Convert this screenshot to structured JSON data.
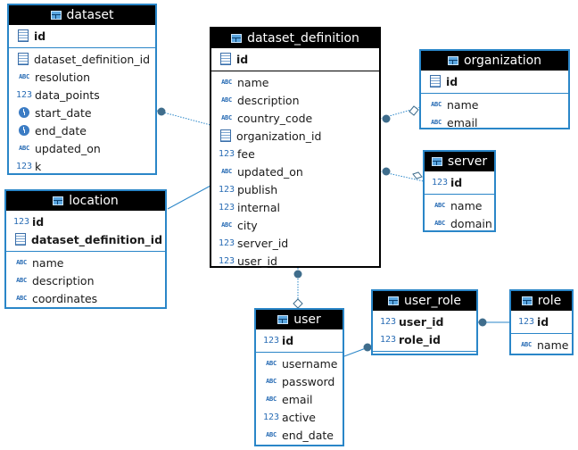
{
  "entities": {
    "dataset": {
      "title": "dataset",
      "keys": [
        {
          "icon": "key-doc-icon",
          "label": "id"
        }
      ],
      "columns": [
        {
          "icon": "key-doc-icon",
          "label": "dataset_definition_id"
        },
        {
          "icon": "text-type-icon",
          "glyph": "ABC",
          "label": "resolution"
        },
        {
          "icon": "number-type-icon",
          "glyph": "123",
          "label": "data_points"
        },
        {
          "icon": "clock-icon",
          "label": "start_date"
        },
        {
          "icon": "clock-icon",
          "label": "end_date"
        },
        {
          "icon": "text-type-icon",
          "glyph": "ABC",
          "label": "updated_on"
        },
        {
          "icon": "number-type-icon",
          "glyph": "123",
          "label": "k"
        }
      ]
    },
    "dataset_definition": {
      "title": "dataset_definition",
      "keys": [
        {
          "icon": "key-doc-icon",
          "label": "id"
        }
      ],
      "columns": [
        {
          "icon": "text-type-icon",
          "glyph": "ABC",
          "label": "name"
        },
        {
          "icon": "text-type-icon",
          "glyph": "ABC",
          "label": "description"
        },
        {
          "icon": "text-type-icon",
          "glyph": "ABC",
          "label": "country_code"
        },
        {
          "icon": "key-doc-icon",
          "label": "organization_id"
        },
        {
          "icon": "number-type-icon",
          "glyph": "123",
          "label": "fee"
        },
        {
          "icon": "text-type-icon",
          "glyph": "ABC",
          "label": "updated_on"
        },
        {
          "icon": "number-type-icon",
          "glyph": "123",
          "label": "publish"
        },
        {
          "icon": "number-type-icon",
          "glyph": "123",
          "label": "internal"
        },
        {
          "icon": "text-type-icon",
          "glyph": "ABC",
          "label": "city"
        },
        {
          "icon": "number-type-icon",
          "glyph": "123",
          "label": "server_id"
        },
        {
          "icon": "number-type-icon",
          "glyph": "123",
          "label": "user_id"
        }
      ]
    },
    "organization": {
      "title": "organization",
      "keys": [
        {
          "icon": "key-doc-icon",
          "label": "id"
        }
      ],
      "columns": [
        {
          "icon": "text-type-icon",
          "glyph": "ABC",
          "label": "name"
        },
        {
          "icon": "text-type-icon",
          "glyph": "ABC",
          "label": "email"
        }
      ]
    },
    "server": {
      "title": "server",
      "keys": [
        {
          "icon": "number-type-icon",
          "glyph": "123",
          "label": "id"
        }
      ],
      "columns": [
        {
          "icon": "text-type-icon",
          "glyph": "ABC",
          "label": "name"
        },
        {
          "icon": "text-type-icon",
          "glyph": "ABC",
          "label": "domain"
        }
      ]
    },
    "location": {
      "title": "location",
      "keys": [
        {
          "icon": "number-type-icon",
          "glyph": "123",
          "label": "id"
        },
        {
          "icon": "key-doc-icon",
          "label": "dataset_definition_id"
        }
      ],
      "columns": [
        {
          "icon": "text-type-icon",
          "glyph": "ABC",
          "label": "name"
        },
        {
          "icon": "text-type-icon",
          "glyph": "ABC",
          "label": "description"
        },
        {
          "icon": "text-type-icon",
          "glyph": "ABC",
          "label": "coordinates"
        }
      ]
    },
    "user": {
      "title": "user",
      "keys": [
        {
          "icon": "number-type-icon",
          "glyph": "123",
          "label": "id"
        }
      ],
      "columns": [
        {
          "icon": "text-type-icon",
          "glyph": "ABC",
          "label": "username"
        },
        {
          "icon": "text-type-icon",
          "glyph": "ABC",
          "label": "password"
        },
        {
          "icon": "text-type-icon",
          "glyph": "ABC",
          "label": "email"
        },
        {
          "icon": "number-type-icon",
          "glyph": "123",
          "label": "active"
        },
        {
          "icon": "text-type-icon",
          "glyph": "ABC",
          "label": "end_date"
        }
      ]
    },
    "user_role": {
      "title": "user_role",
      "keys": [
        {
          "icon": "number-type-icon",
          "glyph": "123",
          "label": "user_id"
        },
        {
          "icon": "number-type-icon",
          "glyph": "123",
          "label": "role_id"
        }
      ],
      "columns": []
    },
    "role": {
      "title": "role",
      "keys": [
        {
          "icon": "number-type-icon",
          "glyph": "123",
          "label": "id"
        }
      ],
      "columns": [
        {
          "icon": "text-type-icon",
          "glyph": "ABC",
          "label": "name"
        }
      ]
    }
  },
  "relationships": [
    {
      "from": "dataset",
      "to": "dataset_definition",
      "style": "dotted"
    },
    {
      "from": "location",
      "to": "dataset_definition",
      "style": "solid"
    },
    {
      "from": "dataset_definition",
      "to": "organization",
      "style": "dotted"
    },
    {
      "from": "dataset_definition",
      "to": "server",
      "style": "dotted"
    },
    {
      "from": "dataset_definition",
      "to": "user",
      "style": "dotted"
    },
    {
      "from": "user",
      "to": "user_role",
      "style": "solid"
    },
    {
      "from": "user_role",
      "to": "role",
      "style": "solid"
    }
  ],
  "colors": {
    "border": "#2a86c8",
    "header_bg": "#000000",
    "header_text": "#ffffff",
    "line": "#2a86c8",
    "dot": "#3f6d8c",
    "icon": "#2a6db5"
  }
}
